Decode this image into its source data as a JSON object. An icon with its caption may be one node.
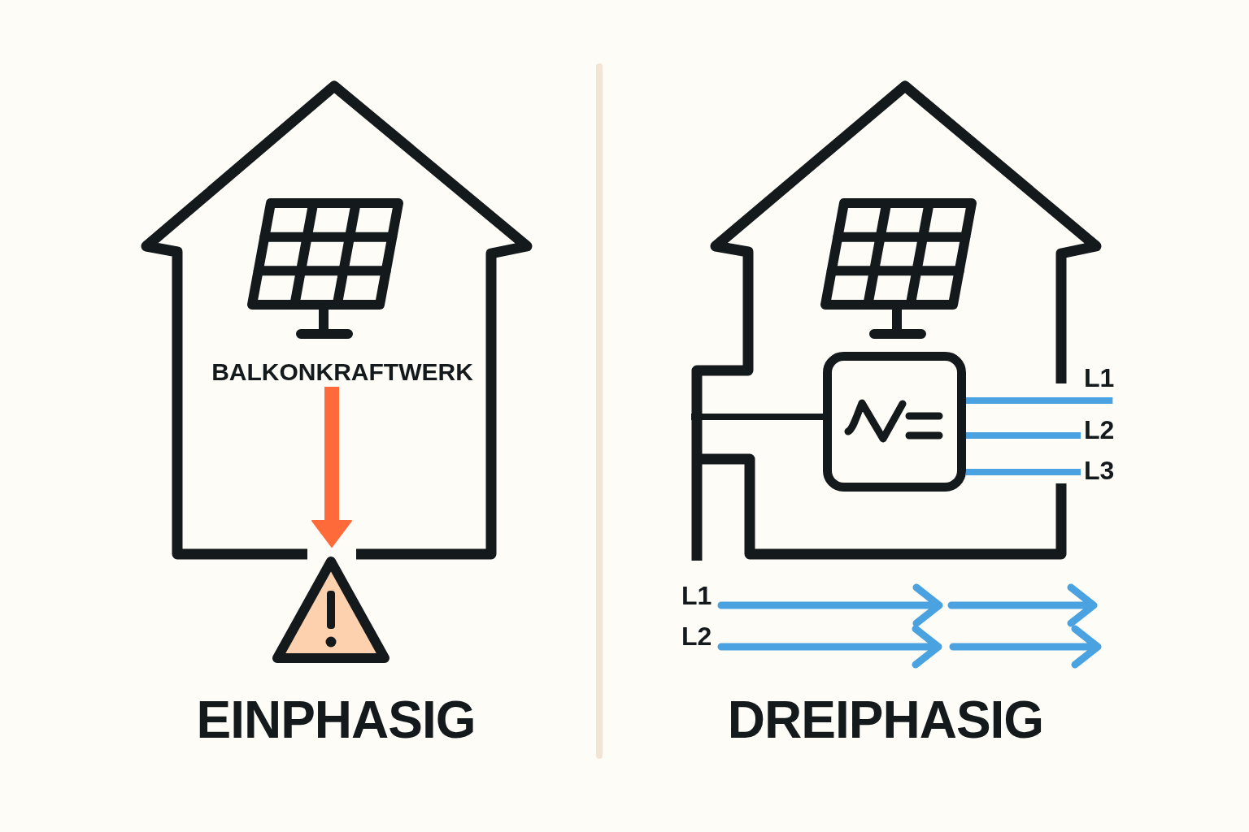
{
  "diagram": {
    "nodes": [
      {
        "text": [],
        "shape": "house"
      },
      {
        "text": [
          "BALKONKRAFTWERK"
        ],
        "in": 0
      },
      {
        "text": [],
        "shape": "triangle"
      },
      {
        "text": [],
        "shape": "house"
      },
      {
        "text": [],
        "shape": "box",
        "in": 3
      },
      {
        "text": [
          "L1"
        ]
      },
      {
        "text": [
          "L2"
        ]
      },
      {
        "text": [
          "L3"
        ]
      }
    ],
    "edges": [
      {
        "from": 1,
        "to": 2,
        "arrow": "to",
        "style": "thick",
        "color": "#ff6a3a"
      },
      {
        "from": 3,
        "to": 4,
        "arrow": "none",
        "color": "#14191c"
      },
      {
        "from": 4,
        "to": 5,
        "arrow": "none"
      },
      {
        "from": 4,
        "to": 6,
        "arrow": "none"
      },
      {
        "from": 4,
        "to": 7,
        "arrow": "none"
      }
    ],
    "labels": [
      "EINPHASIG",
      "L1",
      "L2",
      "DREIPHASIG"
    ]
  }
}
